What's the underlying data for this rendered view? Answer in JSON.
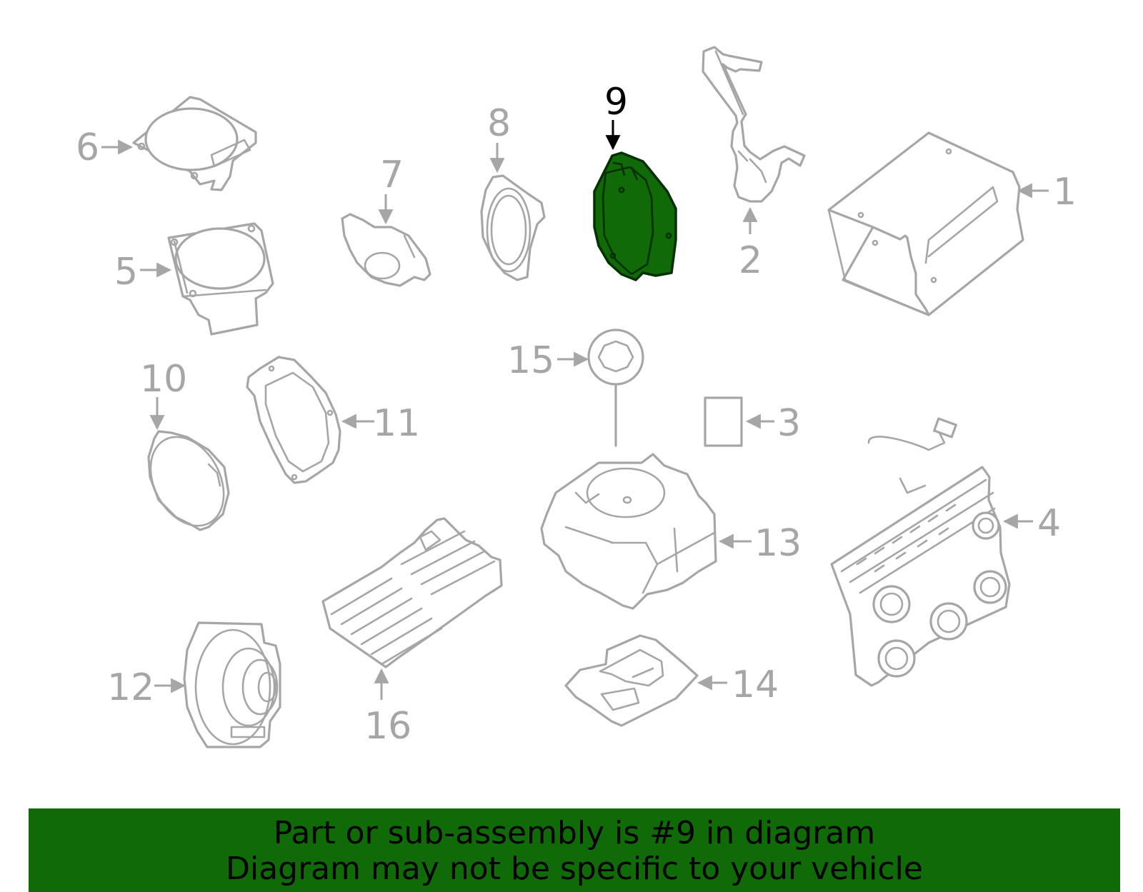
{
  "highlight_color": "#0f6a07",
  "highlighted_part": "9",
  "callouts": {
    "c1": "1",
    "c2": "2",
    "c3": "3",
    "c4": "4",
    "c5": "5",
    "c6": "6",
    "c7": "7",
    "c8": "8",
    "c9": "9",
    "c10": "10",
    "c11": "11",
    "c12": "12",
    "c13": "13",
    "c14": "14",
    "c15": "15",
    "c16": "16"
  },
  "banner": {
    "line1": "Part or sub-assembly is #9 in diagram",
    "line2": "Diagram may not be specific to your vehicle"
  }
}
